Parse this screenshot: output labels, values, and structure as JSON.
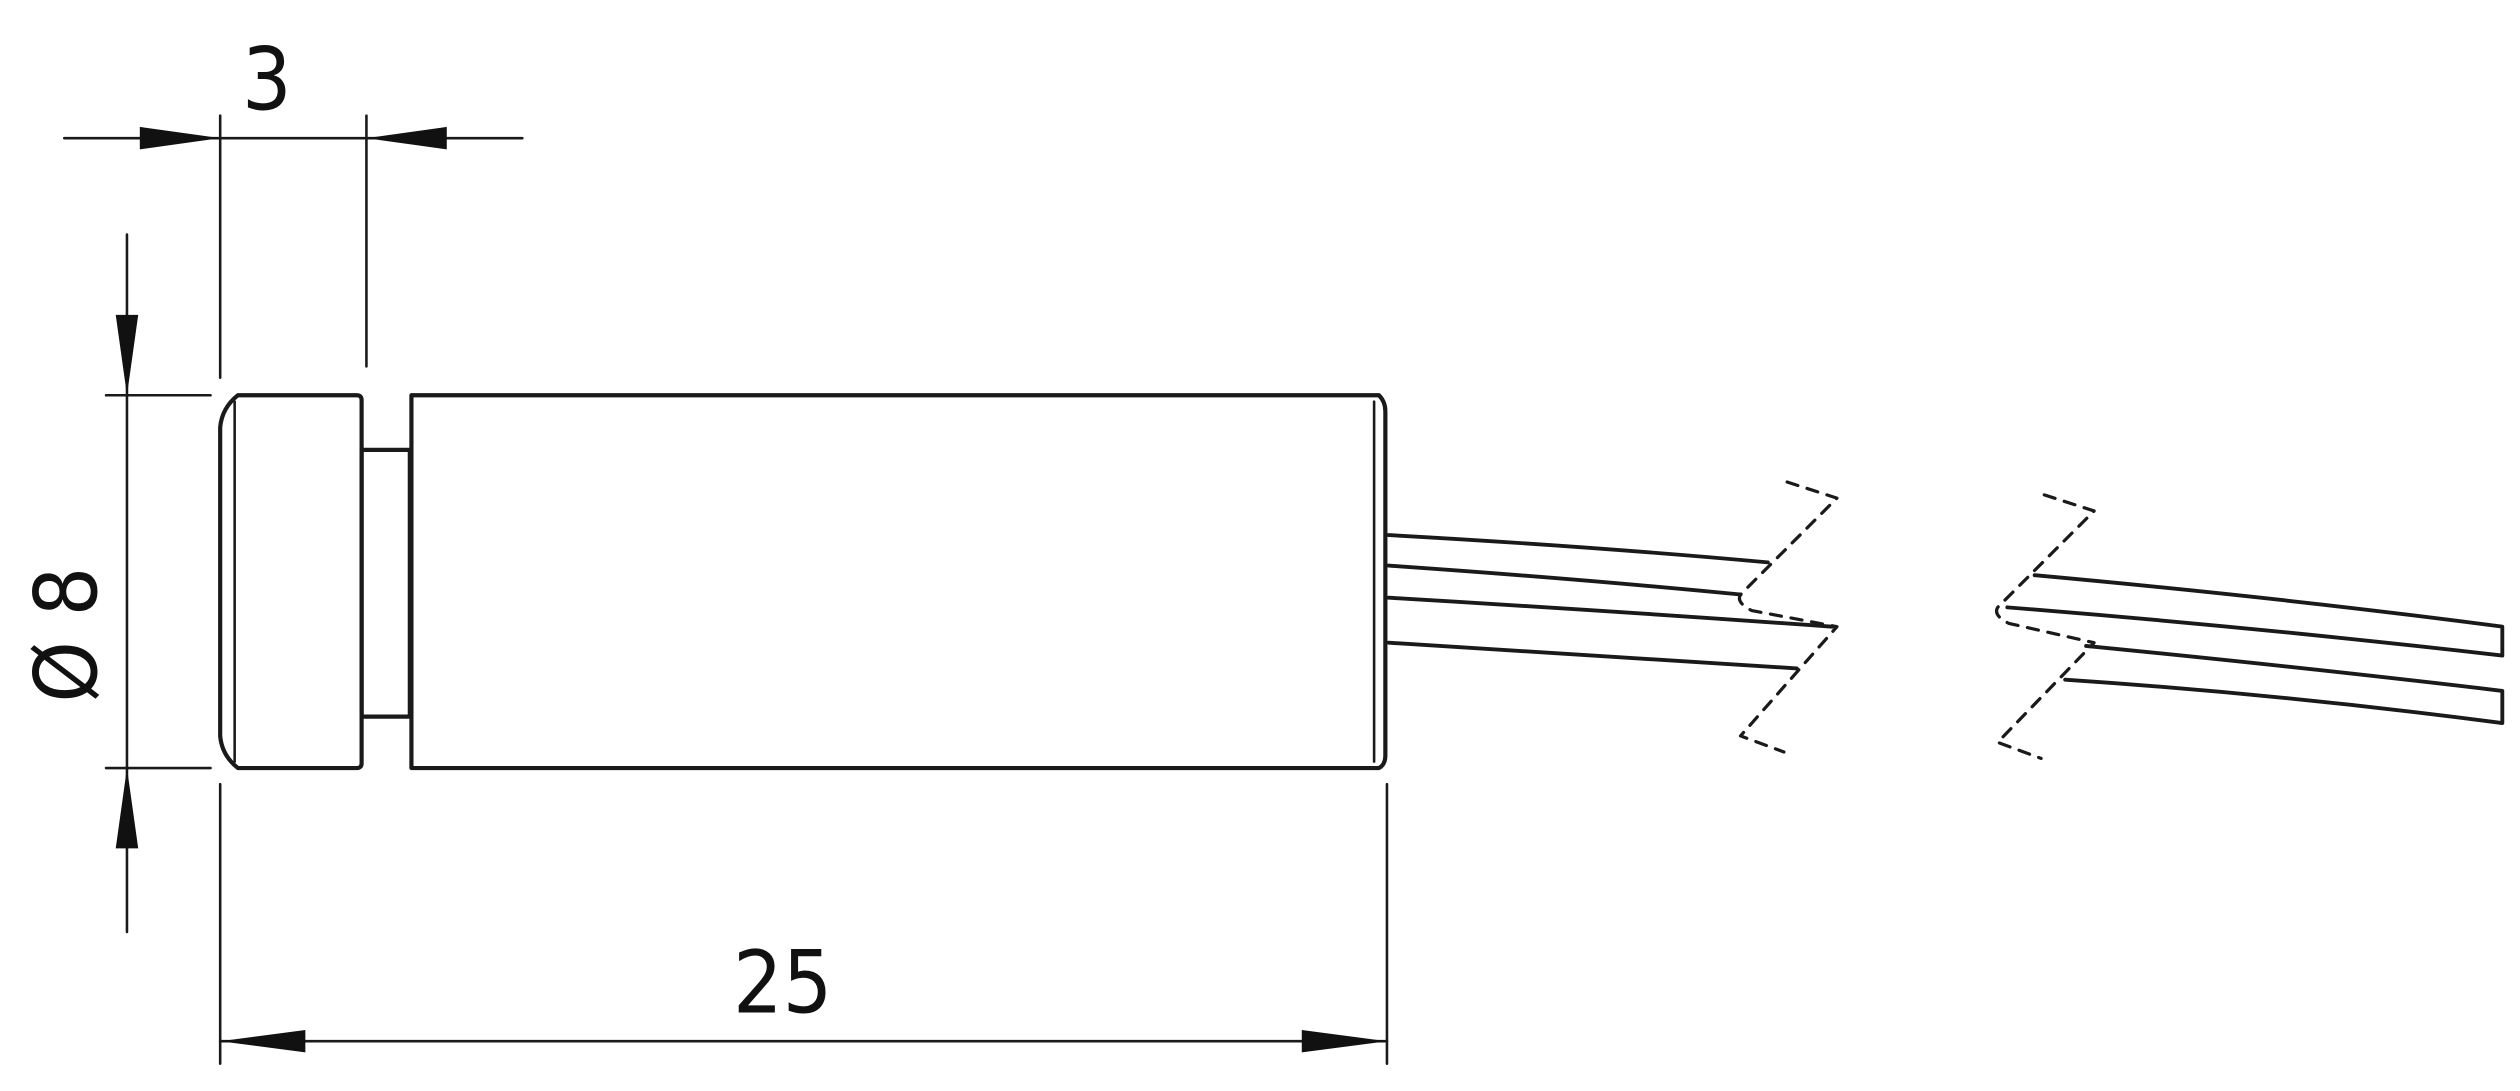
{
  "drawing": {
    "type": "technical-dimension-drawing",
    "subject": "cylindrical laser module with wire leads",
    "colors": {
      "line": "#1a1a1a",
      "background": "#ffffff"
    }
  },
  "dimensions": {
    "cap_length": {
      "label": "3"
    },
    "diameter": {
      "symbol": "Ø",
      "value": "8",
      "label": "Ø 8"
    },
    "total_length": {
      "label": "25"
    }
  }
}
